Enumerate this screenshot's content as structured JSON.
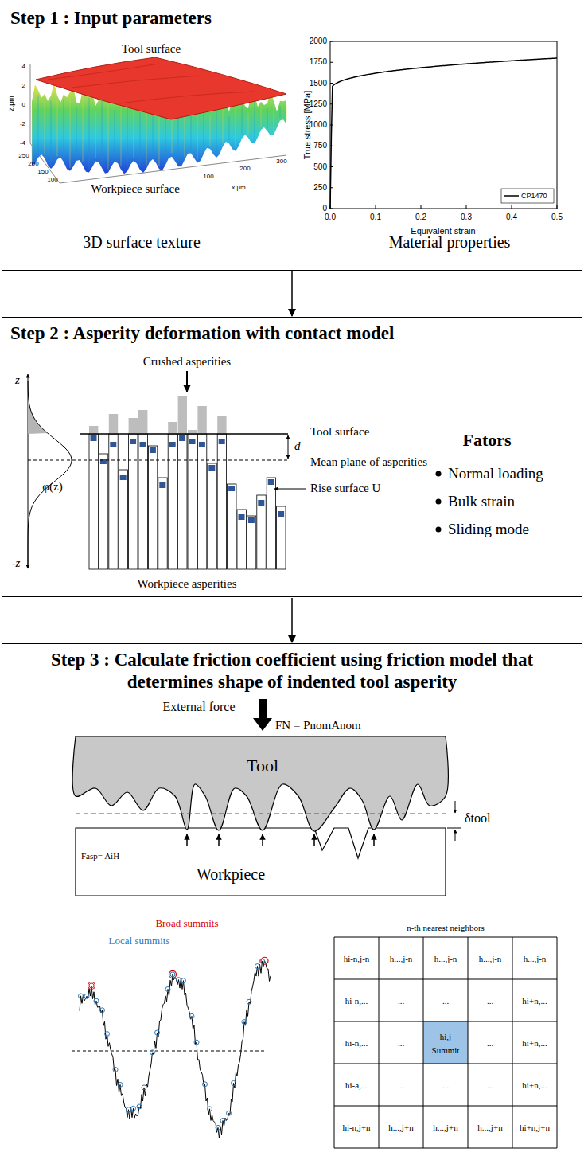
{
  "diagram": {
    "nodes": [
      {
        "text": [
          "Step 1 : Input parameters"
        ]
      },
      {
        "text": [
          "Step 2 : Asperity deformation with contact model"
        ]
      },
      {
        "text": [
          "Step 3 : Calculate friction coefficient using friction model that determines shape of indented tool asperity"
        ]
      }
    ],
    "edges": [
      {
        "from": 0,
        "to": 1,
        "arrow": "to"
      },
      {
        "from": 1,
        "to": 2,
        "arrow": "to"
      }
    ],
    "labels": [
      "Tool surface",
      "Workpiece surface",
      "3D surface texture",
      "Material properties",
      "True stress [MPa]",
      "0",
      "250",
      "500",
      "750",
      "1000",
      "1250",
      "1500",
      "1750",
      "2000",
      "Equivalent strain",
      "0.0",
      "0.1",
      "0.2",
      "0.3",
      "0.4",
      "0.5",
      "z,μm",
      "4",
      "2",
      "0",
      "-2",
      "-4",
      "250",
      "200",
      "150",
      "100",
      "x,μm",
      "100",
      "200",
      "300",
      "Crushed asperities",
      "z",
      "φ(z)",
      "-z",
      "Tool surface",
      "d",
      "Mean plane of asperities",
      "Rise surface U",
      "Workpiece asperities",
      "Fators",
      "Normal loading",
      "Bulk strain",
      "Sliding mode",
      "External force",
      "FN = PnomAnom",
      "Tool",
      "δtool",
      "Fasp= AiH",
      "Workpiece",
      "Broad summits",
      "Local summits",
      "n-th nearest neighbors",
      "hi-n,j-n",
      "h...,j-n",
      "h...,j-n",
      "h...,j-n",
      "h...,j-n",
      "hi-n,...",
      "...",
      "...",
      "...",
      "hi+n,...",
      "hi-n,...",
      "...",
      "hi,j",
      "Summit",
      "...",
      "hi+n,...",
      "hi-a,...",
      "...",
      "...",
      "...",
      "hi+n,...",
      "hi-n,j+n",
      "h...,j+n",
      "h...,j+n",
      "h...,j+n",
      "hi+n,j+n"
    ],
    "legend": [
      {
        "text": "CP1470"
      }
    ]
  }
}
